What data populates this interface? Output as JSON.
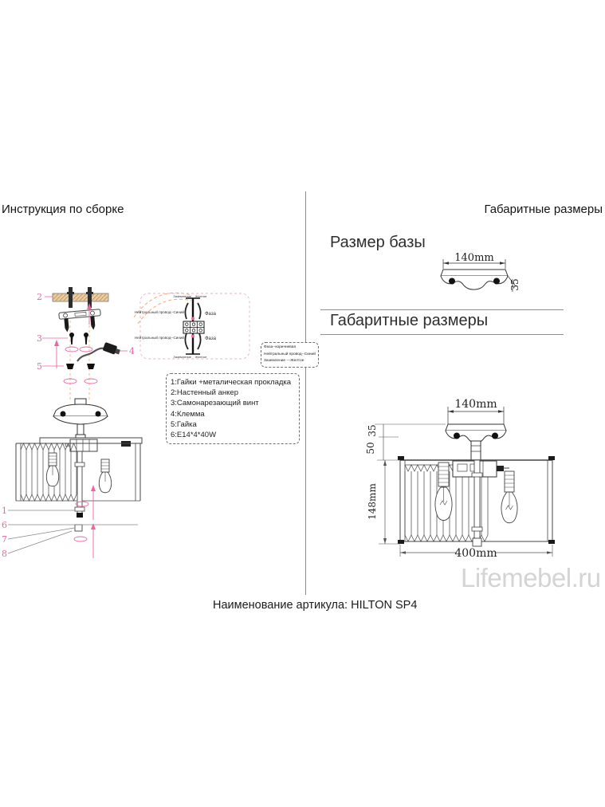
{
  "headers": {
    "left": "Инструкция по сборке",
    "right": "Габаритные размеры"
  },
  "sections": {
    "base_title": "Размер базы",
    "dim_title": "Габаритные размеры"
  },
  "assembly": {
    "labels": {
      "n1": "1",
      "n2": "2",
      "n3": "3",
      "n4": "4",
      "n5": "5",
      "n6": "6",
      "n7": "7",
      "n8": "8"
    },
    "wiring": {
      "ground_top": "Заземление",
      "yellow_top": "Желтое",
      "neutral_row1": "Нейтральный провод--Синий",
      "phase_row1": "Фаза",
      "neutral_row2": "Нейтральный провод--Синий",
      "phase_row2": "Фаза",
      "ground_bottom": "Заземление",
      "yellow_bottom": "Желтое"
    },
    "wire_color_legend": {
      "line1": "Фаза--коричневая",
      "line2": "Нейтральный провод--Синий",
      "line3": "Заземление ---Желтое"
    },
    "parts_list": {
      "item1": "1:Гайки +металическая прокладка",
      "item2": "2:Настенный анкер",
      "item3": "3:Самонарезающий винт",
      "item4": "4:Клемма",
      "item5": "5:Гайка",
      "item6": "6:E14*4*40W"
    }
  },
  "dims": {
    "base_width": "140mm",
    "base_height": "35",
    "canopy_width": "140mm",
    "canopy_height": "35",
    "stem_height": "50",
    "body_height": "148mm",
    "total_width": "400mm"
  },
  "footer": {
    "article": "Наименование артикула: HILTON SP4"
  },
  "watermark": "Lifemebel.ru",
  "colors": {
    "accent_pink": "#ee64a4",
    "accent_orange": "#f0aa7d",
    "anchor_tan": "#e8cca4",
    "watermark_gray": "#d4d4d4",
    "line_dark": "#222222"
  }
}
